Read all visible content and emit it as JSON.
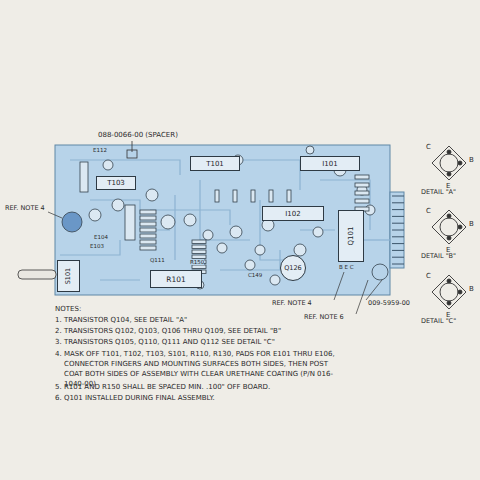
{
  "diagram": {
    "nodes": [
      {
        "text": [
          "T103"
        ]
      },
      {
        "text": [
          "T101"
        ]
      },
      {
        "text": [
          "I101"
        ]
      },
      {
        "text": [
          "I102"
        ]
      },
      {
        "text": [
          "Q101"
        ]
      },
      {
        "text": [
          "S101"
        ]
      },
      {
        "text": [
          "R101"
        ]
      },
      {
        "text": [
          "Q126"
        ]
      }
    ],
    "labels": [
      "088-0066-00 (SPACER)",
      "E112",
      "REF. NOTE 4",
      "E104",
      "E103",
      "Q111",
      "R150",
      "C149",
      "REF. NOTE 4",
      "REF. NOTE 6",
      "009-5959-00",
      "B E C",
      "C",
      "B",
      "E",
      "DETAIL \"A\"",
      "C",
      "B",
      "E",
      "DETAIL \"B\"",
      "C",
      "B",
      "E",
      "DETAIL \"C\"",
      "NOTES:",
      "1. TRANSISTOR Q104, SEE DETAIL \"A\"",
      "2. TRANSISTORS Q102, Q103, Q106 THRU Q109, SEE DETAIL \"B\"",
      "3. TRANSISTORS Q105, Q110, Q111 AND Q112 SEE DETAIL \"C\"",
      "4. MASK OFF T101, T102, T103, S101, R110, R130, PADS FOR E101 THRU E106, CONNECTOR FINGERS AND MOUNTING SURFACES BOTH SIDES, THEN POST COAT BOTH SIDES OF ASSEMBLY WITH CLEAR URETHANE COATING (P/N 016-1040-00)",
      "5. R101 AND R150 SHALL BE SPACED MIN. .100\" OFF BOARD.",
      "6. Q101 INSTALLED DURING FINAL ASSEMBLY."
    ]
  }
}
